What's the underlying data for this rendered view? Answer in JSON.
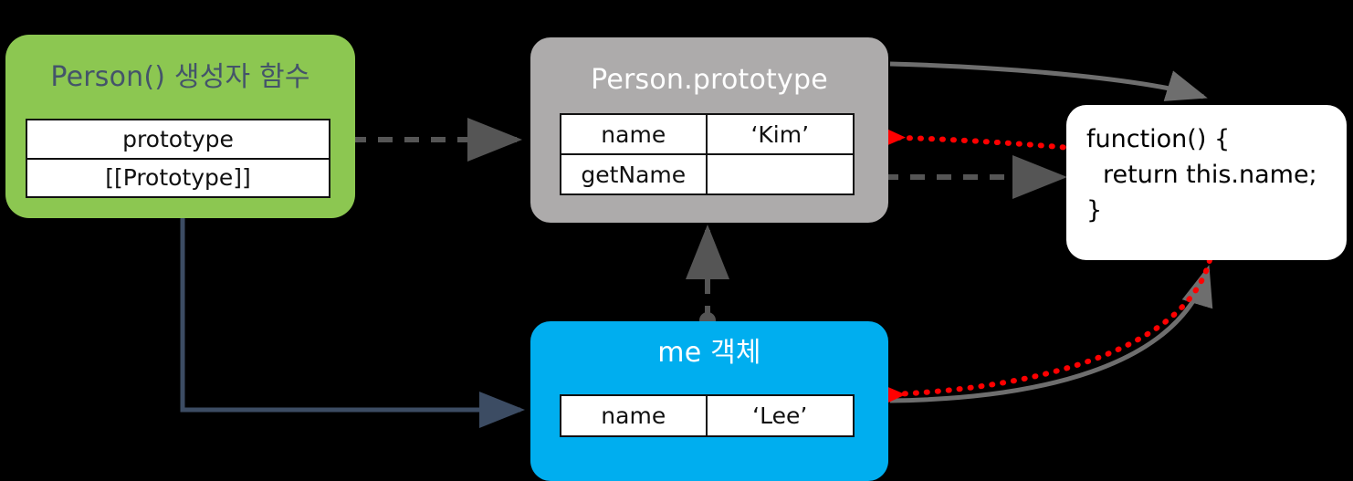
{
  "diagram": {
    "title": "JavaScript prototype chain diagram",
    "background": "#000000",
    "colors": {
      "constructor_fill": "#8CC751",
      "prototype_fill": "#ADABAB",
      "me_fill": "#00AEEF",
      "function_fill": "#FFFFFF",
      "constructor_title_text": "#44546A",
      "dashed_edge": "#555555",
      "solid_gray_edge": "#6E6E6E",
      "red_dotted_edge": "#FF0000",
      "navy_edge": "#3C4C63"
    }
  },
  "nodes": {
    "constructor": {
      "title": "Person() 생성자 함수",
      "rows": [
        {
          "key": "prototype",
          "value": "",
          "single_cell": true
        },
        {
          "key": "[[Prototype]]",
          "value": "",
          "single_cell": true
        }
      ]
    },
    "prototype": {
      "title": "Person.prototype",
      "rows": [
        {
          "key": "name",
          "value": "‘Kim’"
        },
        {
          "key": "getName",
          "value": ""
        }
      ]
    },
    "me": {
      "title": "me 객체",
      "rows": [
        {
          "key": "name",
          "value": "‘Lee’"
        }
      ]
    },
    "function": {
      "lines": [
        "function() {",
        "return this.name;",
        "}"
      ]
    }
  },
  "edges": [
    {
      "name": "constructor-prototype-to-person-prototype",
      "style": "dashed",
      "color": "#555555",
      "from": "constructor.prototype",
      "to": "prototype-node"
    },
    {
      "name": "constructor-to-me-instance",
      "style": "solid",
      "color": "#3C4C63",
      "from": "constructor-node",
      "to": "me-node"
    },
    {
      "name": "me-proto-to-person-prototype",
      "style": "dashed",
      "color": "#555555",
      "from": "me-node",
      "to": "prototype-node"
    },
    {
      "name": "getname-to-function",
      "style": "dashed",
      "color": "#555555",
      "from": "prototype.getName",
      "to": "function-node"
    },
    {
      "name": "prototype-scope-to-function",
      "style": "solid-curve",
      "color": "#6E6E6E",
      "from": "prototype-node",
      "to": "function-node"
    },
    {
      "name": "function-this-to-kim",
      "style": "dotted-curve",
      "color": "#FF0000",
      "from": "function-node",
      "to": "prototype.name"
    },
    {
      "name": "me-to-function",
      "style": "solid-curve",
      "color": "#6E6E6E",
      "from": "me-node",
      "to": "function-node"
    },
    {
      "name": "function-this-to-lee",
      "style": "dotted-curve",
      "color": "#FF0000",
      "from": "function-node",
      "to": "me.name"
    }
  ]
}
